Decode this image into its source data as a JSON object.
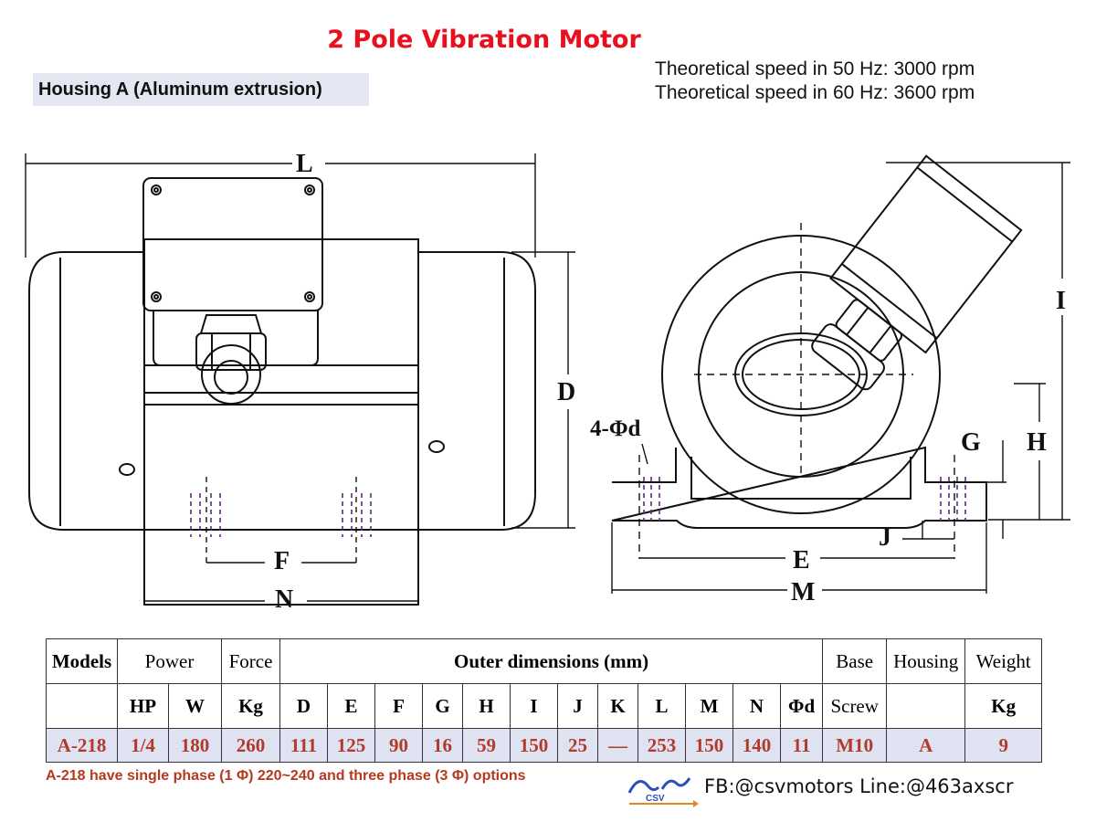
{
  "header": {
    "title": "2 Pole Vibration Motor",
    "housing_label": "Housing A (Aluminum extrusion)",
    "speed_50hz": "Theoretical speed in 50 Hz: 3000 rpm",
    "speed_60hz": "Theoretical speed in 60 Hz: 3600 rpm"
  },
  "drawing": {
    "labels": {
      "L": "L",
      "D": "D",
      "F": "F",
      "N": "N",
      "I": "I",
      "H": "H",
      "G": "G",
      "J": "J",
      "E": "E",
      "M": "M",
      "holes": "4-Φd"
    }
  },
  "table": {
    "group_headers": {
      "models": "Models",
      "power": "Power",
      "force": "Force",
      "outer": "Outer dimensions (mm)",
      "base": "Base",
      "housing": "Housing",
      "weight": "Weight"
    },
    "sub_headers": [
      "",
      "HP",
      "W",
      "Kg",
      "D",
      "E",
      "F",
      "G",
      "H",
      "I",
      "J",
      "K",
      "L",
      "M",
      "N",
      "Φd",
      "Screw",
      "",
      "Kg"
    ],
    "rows": [
      [
        "A-218",
        "1/4",
        "180",
        "260",
        "111",
        "125",
        "90",
        "16",
        "59",
        "150",
        "25",
        "—",
        "253",
        "150",
        "140",
        "11",
        "M10",
        "A",
        "9"
      ]
    ]
  },
  "footer": {
    "note": "A-218 have single phase (1 Φ) 220~240 and  three phase (3 Φ) options",
    "logo_text": "CSV",
    "contact": "FB:@csvmotors  Line:@463axscr"
  },
  "colors": {
    "title": "#e8101e",
    "note": "#b5381f",
    "table_value": "#b23a2b",
    "row_bg": "#dfe3f1",
    "housing_bg": "#e3e7f2",
    "logo": "#2a4fb5"
  }
}
